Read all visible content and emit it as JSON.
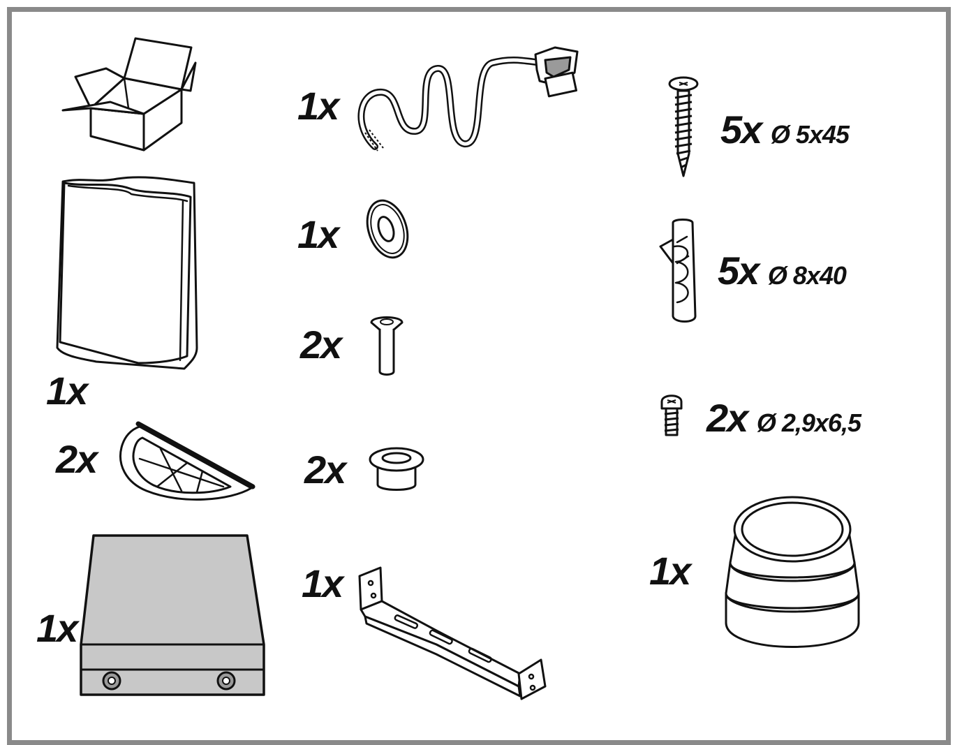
{
  "items": [
    {
      "id": "box",
      "icon": "cardboard-box-icon",
      "qty": ""
    },
    {
      "id": "bag",
      "icon": "plastic-bag-icon",
      "qty": "1x"
    },
    {
      "id": "grease-filter",
      "icon": "half-round-filter-icon",
      "qty": "2x"
    },
    {
      "id": "carbon-filter",
      "icon": "carbon-filter-box-icon",
      "qty": "1x"
    },
    {
      "id": "power-cable",
      "icon": "power-cable-icon",
      "qty": "1x"
    },
    {
      "id": "washer",
      "icon": "washer-icon",
      "qty": "1x"
    },
    {
      "id": "countersunk-screw",
      "icon": "countersunk-screw-icon",
      "qty": "2x"
    },
    {
      "id": "spacer",
      "icon": "spacer-sleeve-icon",
      "qty": "2x"
    },
    {
      "id": "bracket",
      "icon": "mounting-bracket-icon",
      "qty": "1x"
    },
    {
      "id": "wood-screw",
      "icon": "wood-screw-icon",
      "qty": "5x",
      "spec": "Ø 5x45"
    },
    {
      "id": "wall-plug",
      "icon": "wall-plug-icon",
      "qty": "5x",
      "spec": "Ø 8x40"
    },
    {
      "id": "small-screw",
      "icon": "small-screw-icon",
      "qty": "2x",
      "spec": "Ø 2,9x6,5"
    },
    {
      "id": "reducer",
      "icon": "duct-reducer-icon",
      "qty": "1x"
    }
  ],
  "colors": {
    "frame": "#8a8a8a",
    "ink": "#111111",
    "fill_grey": "#c8c8c8"
  }
}
